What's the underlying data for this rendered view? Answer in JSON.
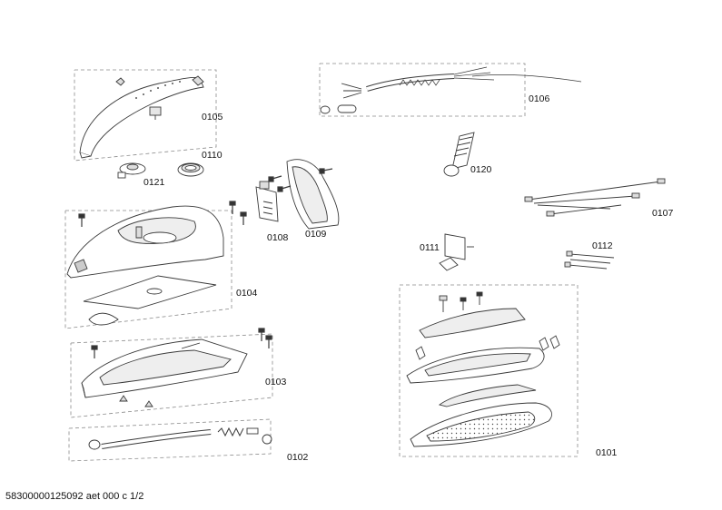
{
  "document_id": "58300000125092 aet 000 c 1/2",
  "parts": {
    "p0105": "0105",
    "p0110": "0110",
    "p0121": "0121",
    "p0104": "0104",
    "p0108": "0108",
    "p0109": "0109",
    "p0103": "0103",
    "p0102": "0102",
    "p0106": "0106",
    "p0120": "0120",
    "p0107": "0107",
    "p0111": "0111",
    "p0112": "0112",
    "p0101": "0101"
  },
  "colors": {
    "line": "#3a3a3a",
    "dash": "#8a8a8a",
    "shade": "#d9d9d9"
  }
}
